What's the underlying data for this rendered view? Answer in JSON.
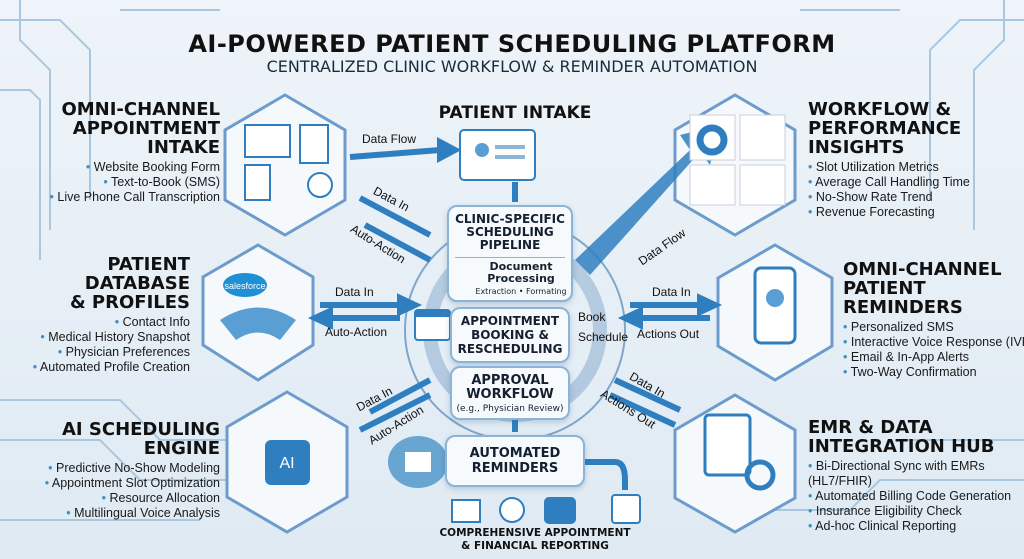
{
  "title": "AI-POWERED PATIENT SCHEDULING PLATFORM",
  "subtitle": "CENTRALIZED CLINIC WORKFLOW & REMINDER AUTOMATION",
  "left_sections": [
    {
      "title": [
        "OMNI-CHANNEL",
        "APPOINTMENT",
        "INTAKE"
      ],
      "items": [
        "Website Booking Form",
        "Text-to-Book (SMS)",
        "Live Phone Call Transcription"
      ]
    },
    {
      "title": [
        "PATIENT",
        "DATABASE",
        "& PROFILES"
      ],
      "items": [
        "Contact Info",
        "Medical History Snapshot",
        "Physician Preferences",
        "Automated Profile Creation"
      ],
      "logo": "salesforce"
    },
    {
      "title": [
        "AI SCHEDULING",
        "ENGINE"
      ],
      "items": [
        "Predictive No-Show Modeling",
        "Appointment Slot Optimization",
        "Resource Allocation",
        "Multilingual Voice Analysis"
      ]
    }
  ],
  "right_sections": [
    {
      "title": [
        "WORKFLOW &",
        "PERFORMANCE",
        "INSIGHTS"
      ],
      "items": [
        "Slot Utilization Metrics",
        "Average Call Handling Time",
        "No-Show Rate Trend",
        "Revenue Forecasting"
      ]
    },
    {
      "title": [
        "OMNI-CHANNEL",
        "PATIENT",
        "REMINDERS"
      ],
      "items": [
        "Personalized SMS",
        "Interactive Voice Response (IVR)",
        "Email & In-App Alerts",
        "Two-Way Confirmation"
      ]
    },
    {
      "title": [
        "EMR & DATA",
        "INTEGRATION HUB"
      ],
      "items": [
        "Bi-Directional Sync with EMRs (HL7/FHIR)",
        "Automated Billing Code Generation",
        "Insurance Eligibility Check",
        "Ad-hoc Clinical Reporting"
      ]
    }
  ],
  "center": {
    "intake_title": "PATIENT INTAKE",
    "pipeline": {
      "title": "CLINIC-SPECIFIC SCHEDULING PIPELINE",
      "doc_title": "Document Processing",
      "doc_sub": "Extraction • Formating"
    },
    "booking": {
      "title": "APPOINTMENT BOOKING & RESCHEDULING",
      "tags": [
        "Book",
        "Schedule"
      ]
    },
    "approval": {
      "title": "APPROVAL WORKFLOW",
      "sub": "(e.g., Physician Review)"
    },
    "reminders": "AUTOMATED REMINDERS",
    "reporting": [
      "COMPREHENSIVE APPOINTMENT",
      "& FINANCIAL REPORTING"
    ]
  },
  "flow_labels": {
    "data_flow": "Data Flow",
    "data_in": "Data In",
    "auto_action": "Auto-Action",
    "actions_out": "Actions Out"
  },
  "colors": {
    "accent": "#2f7fc0",
    "dark_blue": "#1f5f9e",
    "line": "#9fc2dd"
  }
}
